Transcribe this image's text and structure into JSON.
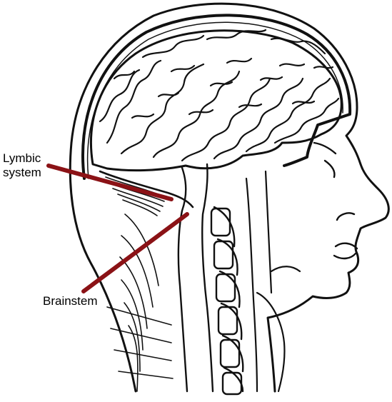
{
  "labels": {
    "limbic_line1": "Lymbic",
    "limbic_line2": "system",
    "brainstem": "Brainstem"
  },
  "colors": {
    "ink": "#111111",
    "pointer": "#8b1216",
    "background": "#ffffff"
  },
  "icons": {
    "head": "head-sagittal-section-engraving"
  }
}
